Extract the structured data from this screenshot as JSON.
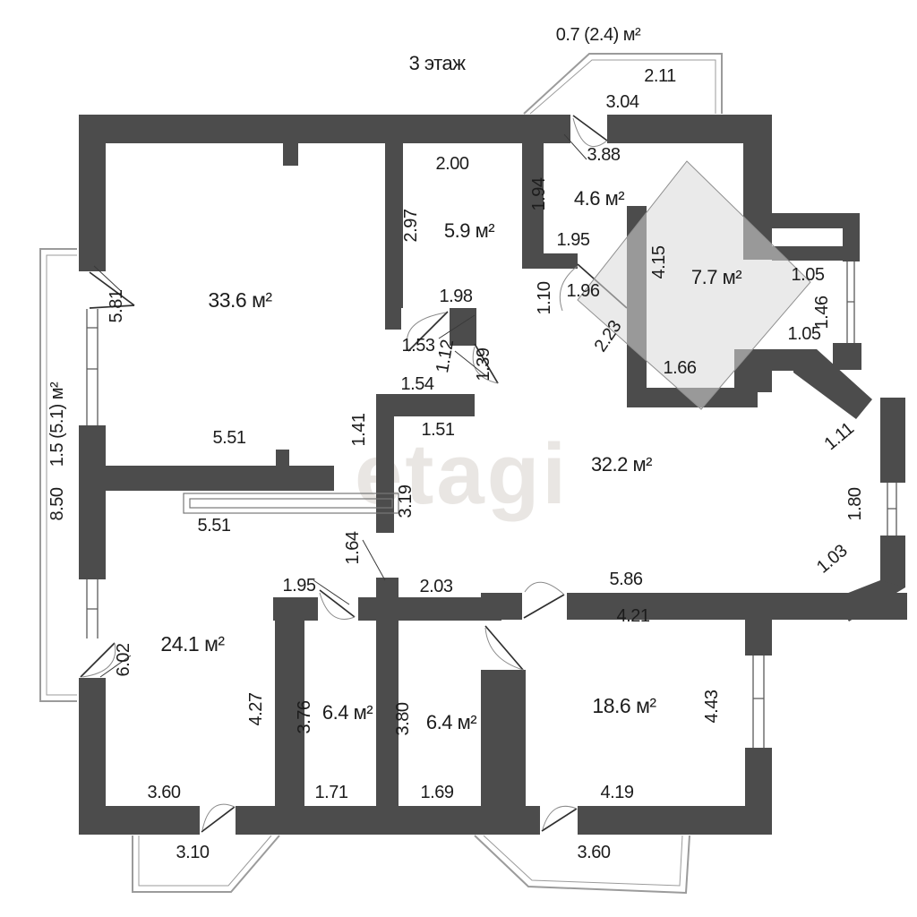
{
  "title": "3 этаж",
  "watermark": "etagi",
  "colors": {
    "wall": "#4c4c4c",
    "text": "#1c1c1c",
    "watermark": "#e9e6e3",
    "diamond": "#d9d9d9",
    "balcony": "#9b9b9b",
    "door_arc": "#8a8a8a",
    "door_leaf": "#2f2f2f",
    "window_line": "#5a5a5a"
  },
  "rooms": {
    "living": "33.6 м²",
    "pantry": "5.9 м²",
    "hall_top": "4.6 м²",
    "entry": "7.7 м²",
    "hall": "32.2 м²",
    "bedroom_left": "24.1 м²",
    "wc_left": "6.4 м²",
    "wc_right": "6.4 м²",
    "bedroom_right": "18.6 м²"
  },
  "balconies": {
    "top_area": "0.7 (2.4) м²",
    "left_area": "1.5 (5.1) м²",
    "left_length": "8.50",
    "bottom_left": "3.10",
    "bottom_right": "3.60"
  },
  "dims": {
    "d211": "2.11",
    "d304": "3.04",
    "d388": "3.88",
    "d194": "1.94",
    "d195a": "1.95",
    "d196": "1.96",
    "d110": "1.10",
    "d223": "2.23",
    "d200": "2.00",
    "d297": "2.97",
    "d198": "1.98",
    "d415": "4.15",
    "d166": "1.66",
    "d105a": "1.05",
    "d146": "1.46",
    "d105b": "1.05",
    "d581": "5.81",
    "d551a": "5.51",
    "d551b": "5.51",
    "d153": "1.53",
    "d112": "1.12",
    "d139": "1.39",
    "d154": "1.54",
    "d141": "1.41",
    "d151": "1.51",
    "d319": "3.19",
    "d164": "1.64",
    "d203": "2.03",
    "d586": "5.86",
    "d421": "4.21",
    "d111": "1.11",
    "d180": "1.80",
    "d103": "1.03",
    "d602": "6.02",
    "d195b": "1.95",
    "d427": "4.27",
    "d376": "3.76",
    "d171": "1.71",
    "d360a": "3.60",
    "d380": "3.80",
    "d169": "1.69",
    "d419": "4.19",
    "d443": "4.43"
  }
}
